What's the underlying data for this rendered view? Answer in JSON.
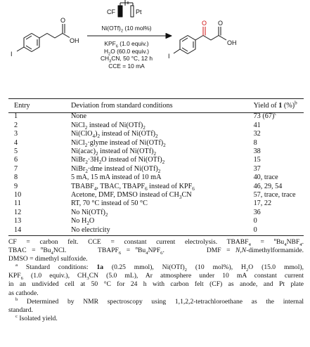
{
  "scheme": {
    "electrode_anode": "CF",
    "electrode_cathode": "Pt",
    "catalyst": "Ni(OTf)",
    "catalyst_sub": "2",
    "catalyst_loading": " (10 mol%)",
    "cond_lines": [
      "KPF",
      "H",
      "CH",
      "CCE = 10 mA"
    ],
    "kpf_rest": " (1.0 equiv.)",
    "kpf_sub": "6",
    "h2o_rest": "O (60.0 equiv.)",
    "h2o_sub": "2",
    "ch3cn_rest": "CN, 50 °C, 12 h",
    "ch3cn_sub": "3",
    "atom_i_left": "I",
    "atom_oh_left": "OH",
    "atom_o_left": "O",
    "atom_i_right": "I",
    "atom_oh_right": "OH",
    "atom_o_right": "O",
    "atom_o_red": "O",
    "colors": {
      "oxygen_highlight": "#d01010",
      "line": "#111111"
    }
  },
  "table": {
    "headers": {
      "entry": "Entry",
      "deviation": "Deviation from standard conditions",
      "yield": "Yield of ",
      "yield_bold": "1",
      "yield_pct": " (%)",
      "yield_sup": "b"
    },
    "rows": [
      {
        "entry": "1",
        "dev": [
          "None"
        ],
        "yield": "73 (67)",
        "yield_sup": "c"
      },
      {
        "entry": "2",
        "dev": [
          "NiCl",
          "2",
          " instead of Ni(OTf)",
          "2"
        ],
        "yield": "41"
      },
      {
        "entry": "3",
        "dev": [
          "Ni(ClO",
          "4",
          ")",
          "2",
          " instead of Ni(OTf)",
          "2"
        ],
        "yield": "32"
      },
      {
        "entry": "4",
        "dev": [
          "NiCl",
          "2",
          "·glyme instead of Ni(OTf)",
          "2"
        ],
        "yield": "8"
      },
      {
        "entry": "5",
        "dev": [
          "Ni(acac)",
          "2",
          " instead of Ni(OTf)",
          "2"
        ],
        "yield": "38"
      },
      {
        "entry": "6",
        "dev": [
          "NiBr",
          "2",
          "·3H",
          "2",
          "O instead of Ni(OTf)",
          "2"
        ],
        "yield": "15"
      },
      {
        "entry": "7",
        "dev": [
          "NiBr",
          "2",
          "·dme instead of Ni(OTf)",
          "2"
        ],
        "yield": "37"
      },
      {
        "entry": "8",
        "dev": [
          "5 mA, 15 mA instead of 10 mA"
        ],
        "yield": "40, trace"
      },
      {
        "entry": "9",
        "dev": [
          "TBABF",
          "4",
          ", TBAC, TBAPF",
          "6",
          " instead of KPF",
          "6"
        ],
        "yield": "46, 29, 54"
      },
      {
        "entry": "10",
        "dev": [
          "Acetone, DMF, DMSO instead of CH",
          "3",
          "CN"
        ],
        "yield": "57, trace, trace"
      },
      {
        "entry": "11",
        "dev": [
          "RT, 70 °C instead of 50 °C"
        ],
        "yield": "17, 22"
      },
      {
        "entry": "12",
        "dev": [
          "No Ni(OTf)",
          "2"
        ],
        "yield": "36"
      },
      {
        "entry": "13",
        "dev": [
          "No H",
          "2",
          "O"
        ],
        "yield": "0"
      },
      {
        "entry": "14",
        "dev": [
          "No electricity"
        ],
        "yield": "0"
      }
    ]
  },
  "footnotes": {
    "abbr_line1": "CF = carbon felt. CCE = constant current electrolysis. TBABF",
    "abbr_line1_sub": "4",
    "abbr_line1_tail": " = ",
    "abbr_line1_n": "n",
    "abbr_line1_end": "Bu",
    "abbr_line1_end_sub": "4",
    "abbr_line1_end2": "NBF",
    "abbr_line1_end2_sub": "4",
    "abbr_line1_dot": ".",
    "tbac": "TBAC = ",
    "tbac_n": "n",
    "tbac_rest": "Bu",
    "tbac_sub": "4",
    "tbac_end": "NCl.",
    "tbapf": "TBAPF",
    "tbapf_sub": "6",
    "tbapf_eq": " = ",
    "tbapf_n": "n",
    "tbapf_rest": "Bu",
    "tbapf_sub2": "4",
    "tbapf_end": "NPF",
    "tbapf_sub3": "6",
    "tbapf_dot": ".",
    "dmf": "DMF = ",
    "dmf_italic": "N,N",
    "dmf_end": "-dimethylformamide.",
    "dmso": "DMSO = dimethyl sulfoxide.",
    "a_mark": "a",
    "a_text": [
      "Standard conditions: ",
      "1a",
      " (0.25 mmol), Ni(OTf)",
      "2",
      " (10 mol%), H",
      "2",
      "O (15.0 mmol),",
      "KPF",
      "6",
      " (1.0 equiv.), CH",
      "3",
      "CN (5.0 mL), Ar atmosphere under 10 mA constant current",
      "in an undivided cell at 50 °C for 24 h with carbon felt (CF) as anode, and Pt plate",
      "as cathode."
    ],
    "b_mark": "b",
    "b_text": [
      "Determined by NMR spectroscopy using 1,1,2,2-tetrachloroethane as the internal",
      "standard."
    ],
    "c_mark": "c",
    "c_text": "Isolated yield."
  }
}
